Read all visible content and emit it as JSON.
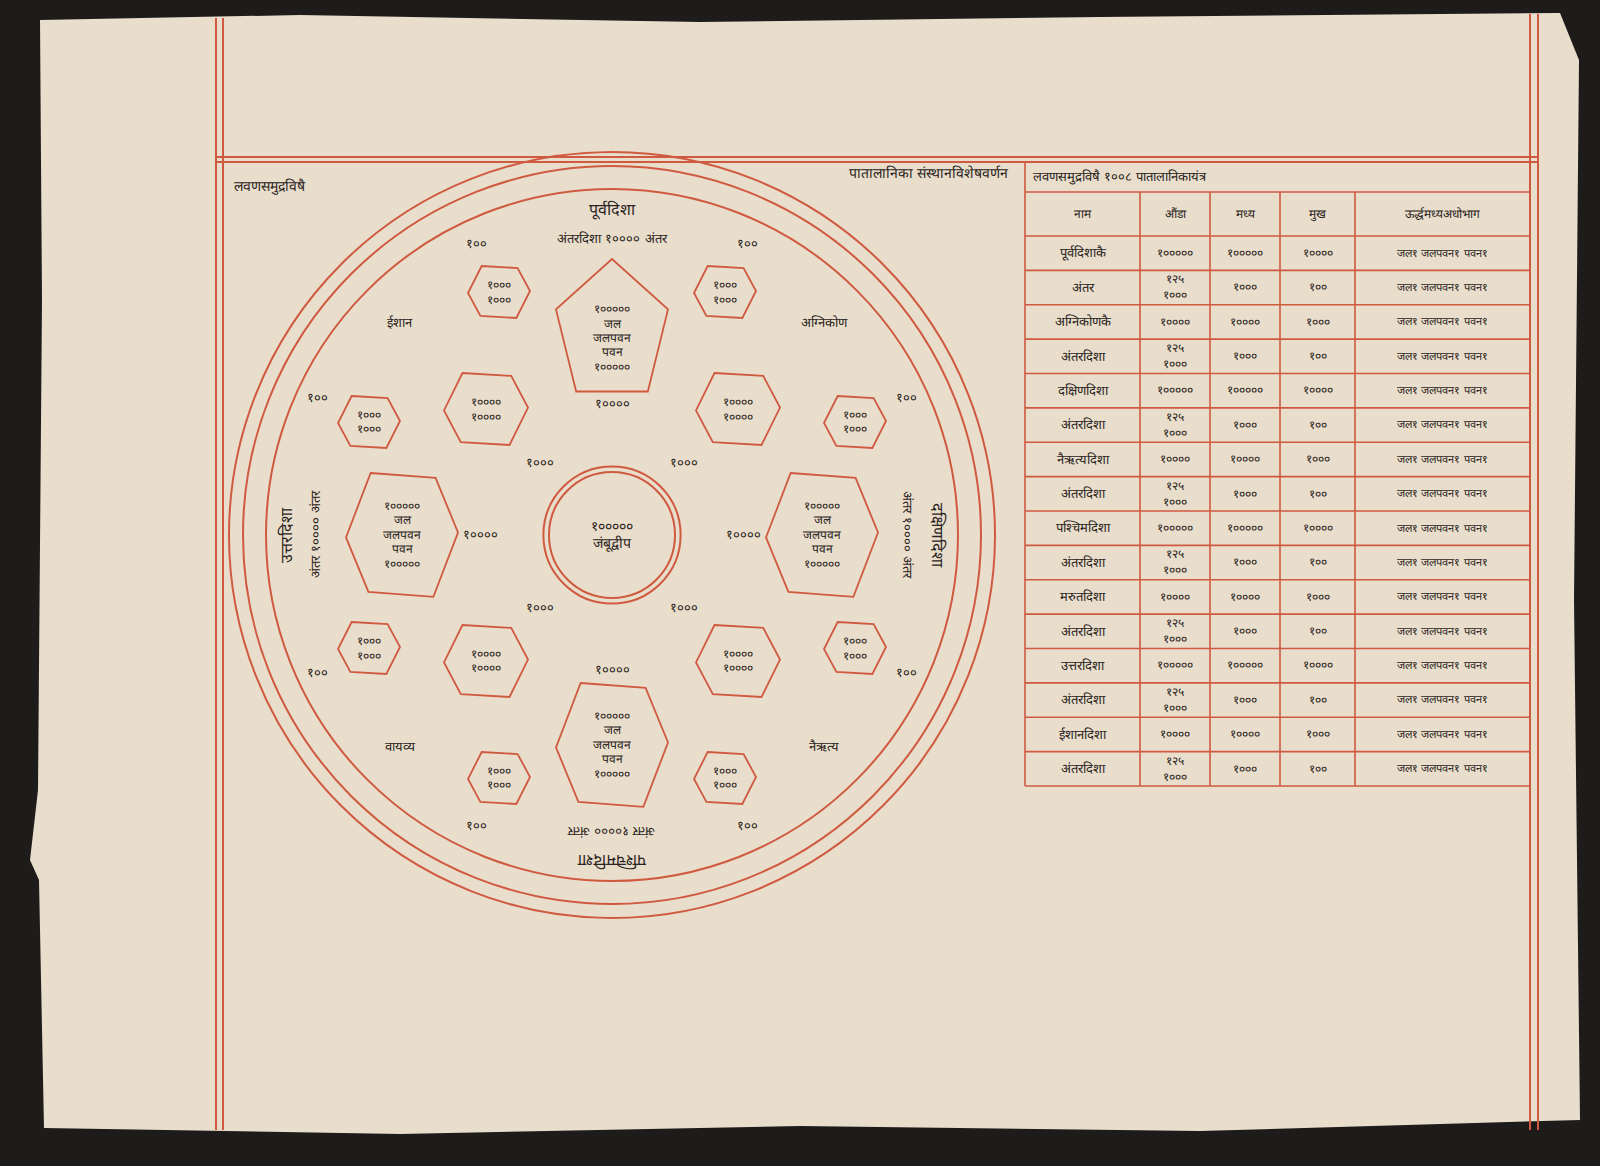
{
  "diagram": {
    "title": "पातालानिका संस्थानविशेषवर्णन",
    "nodes": [
      {
        "text": [
          "पूर्वदिशा",
          "दक्षिणदिशा",
          "पश्चिमदिशा",
          "उत्तरदिशा"
        ]
      },
      {
        "text": [
          "१०००००",
          "जंबूद्वीप"
        ],
        "in": 0
      },
      {
        "text": [
          "१०००००",
          "जल",
          "जलपवन",
          "पवन",
          "१०००००"
        ],
        "in": 0
      },
      {
        "text": [
          "१०००",
          "१०००"
        ],
        "in": 0
      },
      {
        "text": [
          "१००००",
          "१००००"
        ],
        "in": 0
      },
      {
        "text": [
          "१०००",
          "१०००"
        ],
        "in": 0
      },
      {
        "text": [
          "१०००००",
          "जल",
          "जलपवन",
          "पवन",
          "१०००००"
        ],
        "in": 0
      },
      {
        "text": [
          "१०००",
          "१०००"
        ],
        "in": 0
      },
      {
        "text": [
          "१००००",
          "१००००"
        ],
        "in": 0
      },
      {
        "text": [
          "१०००",
          "१०००"
        ],
        "in": 0
      },
      {
        "text": [
          "१०००००",
          "जल",
          "जलपवन",
          "पवन",
          "१०००००"
        ],
        "in": 0
      },
      {
        "text": [
          "१०००",
          "१०००"
        ],
        "in": 0
      },
      {
        "text": [
          "१००००",
          "१००००"
        ],
        "in": 0
      },
      {
        "text": [
          "१०००",
          "१०००"
        ],
        "in": 0
      },
      {
        "text": [
          "१०००००",
          "जल",
          "जलपवन",
          "पवन",
          "१०००००"
        ],
        "in": 0
      },
      {
        "text": [
          "१०००",
          "१०००"
        ],
        "in": 0
      },
      {
        "text": [
          "१००००",
          "१००००"
        ],
        "in": 0
      },
      {
        "text": [
          "१०००",
          "१०००"
        ],
        "in": 0
      }
    ],
    "labels": [
      "लवणसमुद्रविषै",
      "लवणसमुद्रविषै १००८ पातालानिकायंत्र",
      "नाम",
      "औंडा",
      "मध्य",
      "मुख",
      "ऊर्द्धमध्यअधोभाग",
      "पूर्वदिशाकै",
      "१०००००",
      "१०००००",
      "१००००",
      "जल१ जलपवन१ पवन१",
      "अंतर",
      "१२५",
      "१०००",
      "१०००",
      "१००",
      "जल१ जलपवन१ पवन१",
      "अग्निकोणकै",
      "१००००",
      "१००००",
      "१०००",
      "जल१ जलपवन१ पवन१",
      "अंतरदिशा",
      "१२५",
      "१०००",
      "१०००",
      "१००",
      "जल१ जलपवन१ पवन१",
      "दक्षिणदिशा",
      "१०००००",
      "१०००००",
      "१००००",
      "जल१ जलपवन१ पवन१",
      "अंतरदिशा",
      "१२५",
      "१०००",
      "१०००",
      "१००",
      "जल१ जलपवन१ पवन१",
      "नैऋत्यदिशा",
      "१००००",
      "१००००",
      "१०००",
      "जल१ जलपवन१ पवन१",
      "अंतरदिशा",
      "१२५",
      "१०००",
      "१०००",
      "१००",
      "जल१ जलपवन१ पवन१",
      "पश्चिमदिशा",
      "१०००००",
      "१०००००",
      "१००००",
      "जल१ जलपवन१ पवन१",
      "अंतरदिशा",
      "१२५",
      "१०००",
      "१०००",
      "१००",
      "जल१ जलपवन१ पवन१",
      "मरुतदिशा",
      "१००००",
      "१००००",
      "१०००",
      "जल१ जलपवन१ पवन१",
      "अंतरदिशा",
      "१२५",
      "१०००",
      "१०००",
      "१००",
      "जल१ जलपवन१ पवन१",
      "उत्तरदिशा",
      "१०००००",
      "१०००००",
      "१००००",
      "जल१ जलपवन१ पवन१",
      "अंतरदिशा",
      "१२५",
      "१०००",
      "१०००",
      "१००",
      "जल१ जलपवन१ पवन१",
      "ईशानदिशा",
      "१००००",
      "१००००",
      "१०००",
      "जल१ जलपवन१ पवन१",
      "अंतरदिशा",
      "१२५",
      "१०००",
      "१०००",
      "१००",
      "जल१ जलपवन१ पवन१",
      "१००००",
      "१००",
      "१०००",
      "१००",
      "१००००",
      "१००",
      "१०००",
      "१००",
      "१००००",
      "१००",
      "१०००",
      "१००",
      "१००००",
      "१००",
      "१०००",
      "१००",
      "अग्निकोण",
      "नैऋत्य",
      "वायव्य",
      "ईशान",
      "अंतरदिशा १०००० अंतर",
      "अंतर १०००० अंतर",
      "अंतर १०००० अंतर",
      "अंतर १०००० अंतर"
    ]
  }
}
